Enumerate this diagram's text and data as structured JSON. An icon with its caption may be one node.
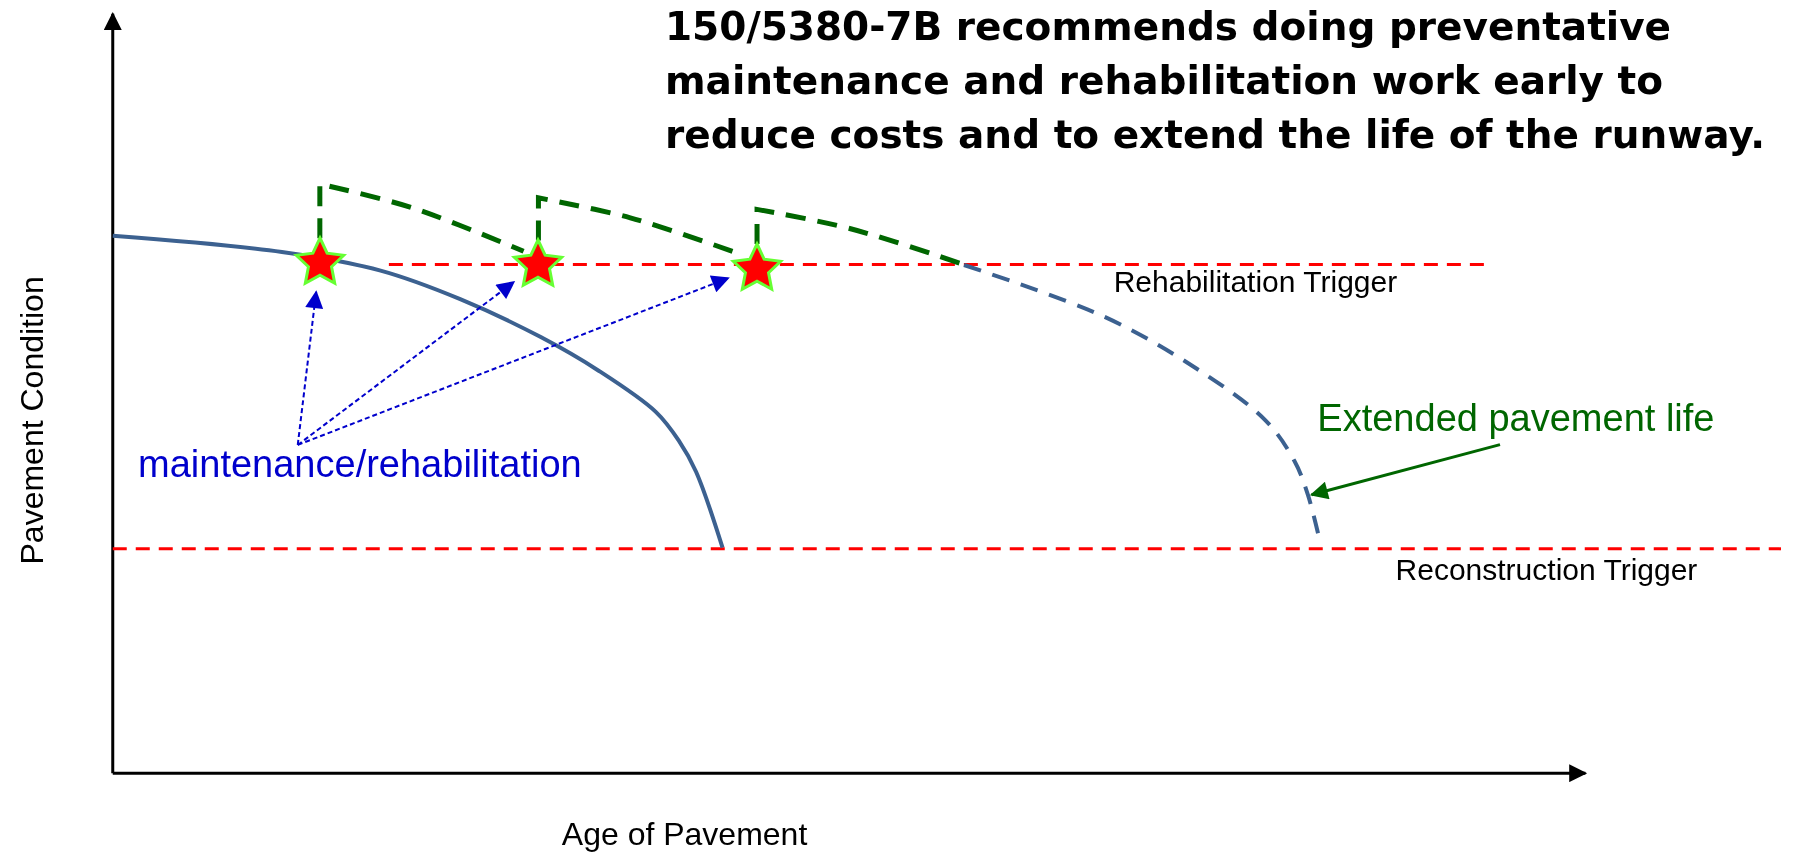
{
  "diagram": {
    "title": "150/5380-7B recommends doing preventative maintenance and rehabilitation work early to reduce costs and to extend the life of the runway.",
    "nodes": [
      {
        "text": [
          "maintenance/rehabilitation"
        ]
      },
      {
        "text": [],
        "shape": "star"
      },
      {
        "text": [],
        "shape": "star"
      },
      {
        "text": [],
        "shape": "star"
      },
      {
        "text": [
          "Extended pavement life"
        ]
      },
      {
        "text": [],
        "shape": "curve"
      }
    ],
    "edges": [
      {
        "from": 0,
        "to": 1,
        "arrow": "to",
        "style": "dashed",
        "color": "#0000cc"
      },
      {
        "from": 0,
        "to": 2,
        "arrow": "to",
        "style": "dashed",
        "color": "#0000cc"
      },
      {
        "from": 0,
        "to": 3,
        "arrow": "to",
        "style": "dashed",
        "color": "#0000cc"
      },
      {
        "from": 4,
        "to": 5,
        "arrow": "to"
      },
      {
        "from": 1,
        "to": 2,
        "arrow": "none",
        "style": "dashed"
      },
      {
        "from": 2,
        "to": 3,
        "arrow": "none",
        "style": "dashed"
      },
      {
        "from": 3,
        "to": 5,
        "arrow": "none",
        "style": "dashed"
      }
    ],
    "labels": [
      "Rehabilitation Trigger",
      "Reconstruction Trigger",
      "Pavement Condition",
      "Age of Pavement"
    ]
  }
}
